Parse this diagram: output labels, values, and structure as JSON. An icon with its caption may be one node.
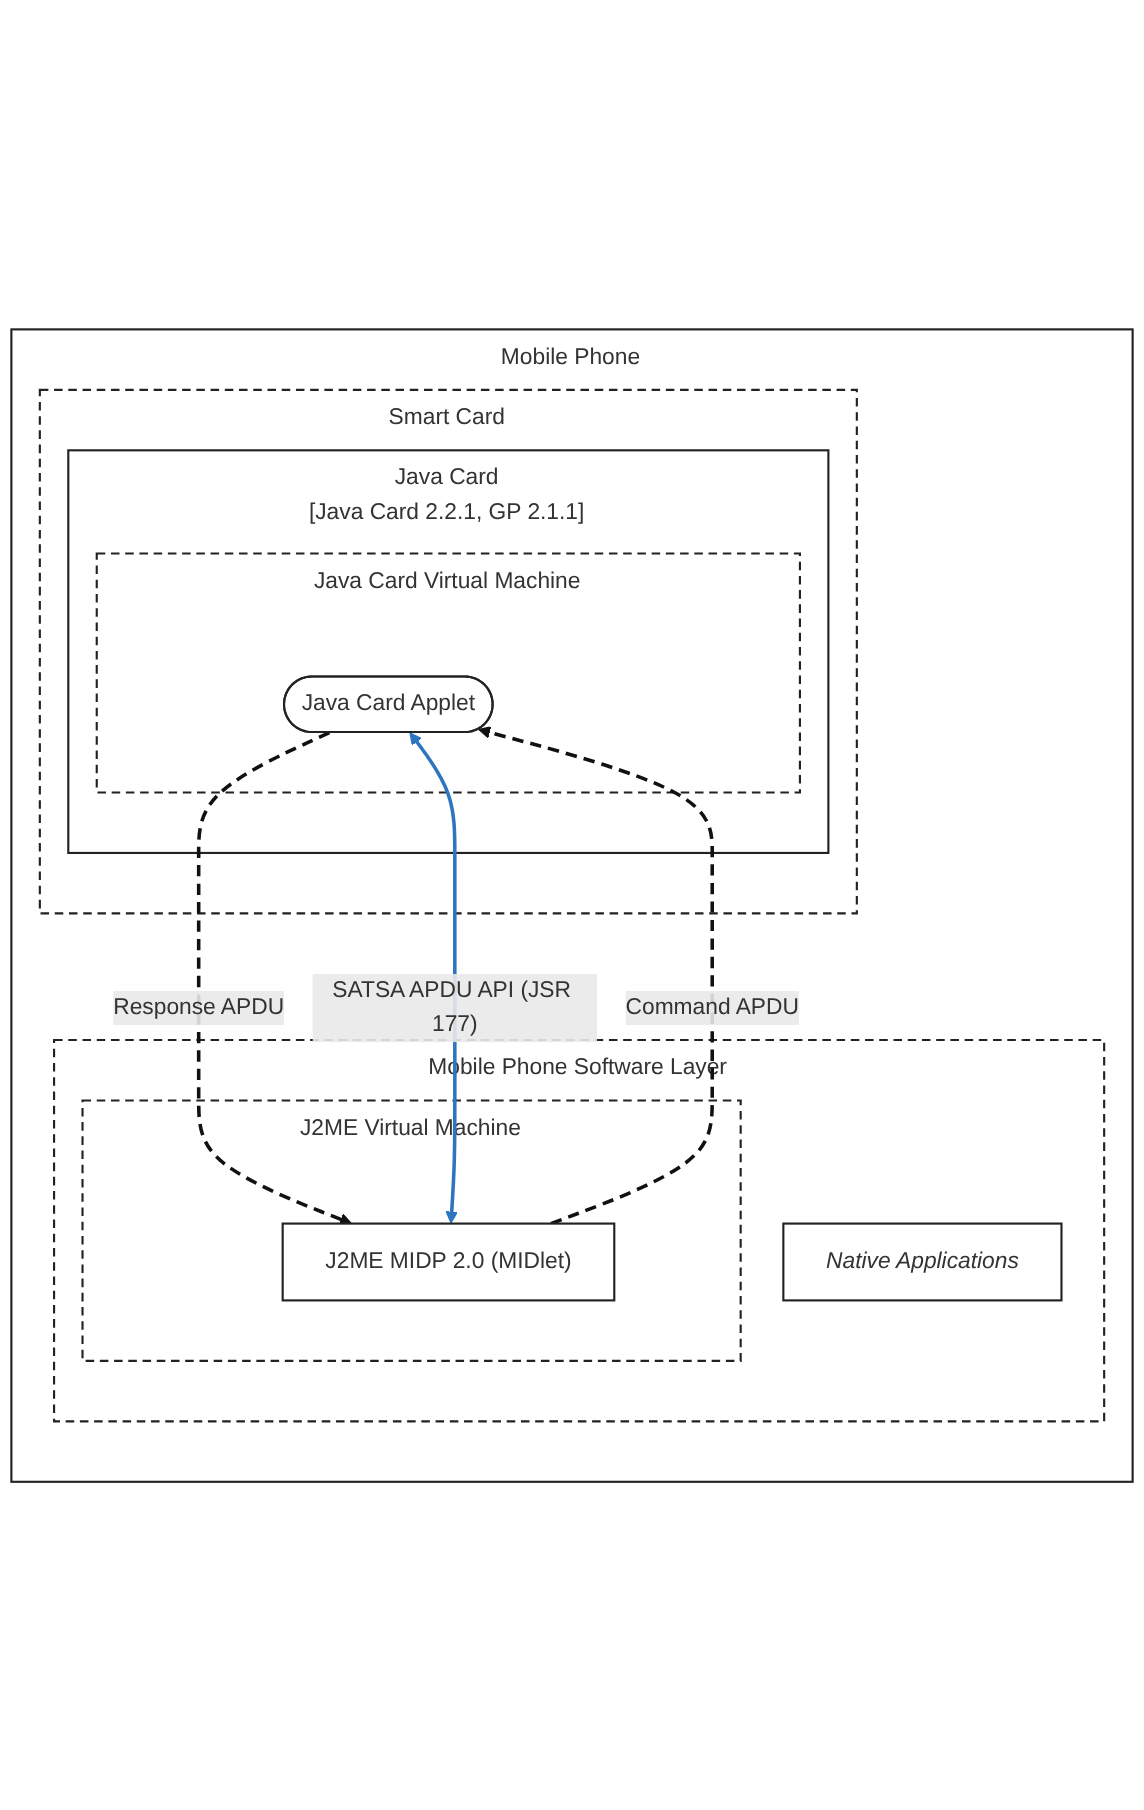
{
  "diagram": {
    "nodes": [
      {
        "text": [
          "Mobile Phone"
        ]
      },
      {
        "text": [
          "Mobile Phone Software Layer"
        ],
        "in": 0
      },
      {
        "text": [
          "Native Applications"
        ],
        "in": 1
      },
      {
        "text": [
          "J2ME Virtual Machine"
        ],
        "in": 1
      },
      {
        "text": [
          "J2ME MIDP 2.0 (MIDlet)"
        ],
        "in": 3
      },
      {
        "text": [
          "Smart Card"
        ],
        "in": 0
      },
      {
        "text": [
          "Java Card",
          "[Java Card 2.2.1, GP 2.1.1]"
        ],
        "in": 5
      },
      {
        "text": [
          "Java Card Virtual Machine"
        ],
        "in": 6
      },
      {
        "text": [
          "Java Card Applet"
        ],
        "in": 7
      }
    ],
    "edges": [
      {
        "from": 4,
        "to": 8,
        "arrow": "both",
        "label": "SATSA APDU API (JSR 177)",
        "color": "#2e75c0"
      },
      {
        "from": 4,
        "to": 8,
        "arrow": "to",
        "label": "Command APDU",
        "style": "dashed"
      },
      {
        "from": 8,
        "to": 4,
        "arrow": "to",
        "label": "Response APDU",
        "style": "dashed"
      }
    ]
  }
}
